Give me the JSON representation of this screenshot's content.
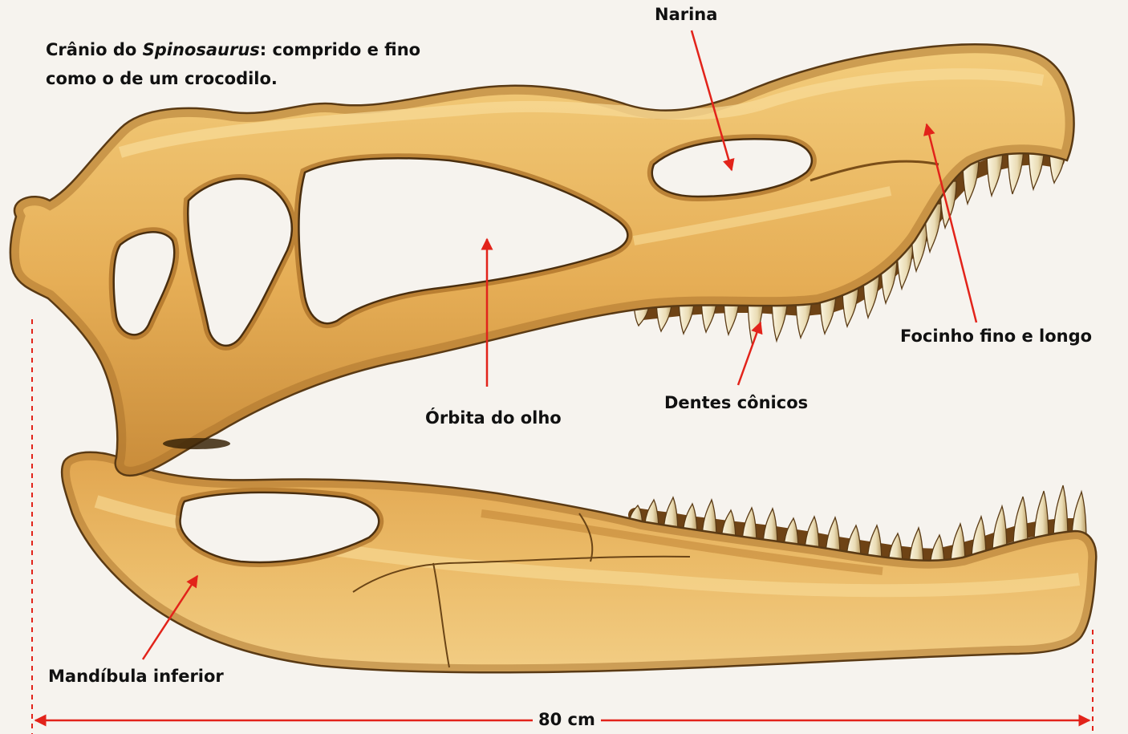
{
  "title": {
    "line1_prefix": "Crânio do ",
    "genus": "Spinosaurus",
    "line1_suffix": ": comprido e fino",
    "line2": "como o de um crocodilo."
  },
  "labels": {
    "nostril": "Narina",
    "eye_orbit": "Órbita do olho",
    "snout": "Focinho fino e longo",
    "teeth": "Dentes cônicos",
    "lower_jaw": "Mandíbula inferior"
  },
  "scale": {
    "length": "80 cm"
  },
  "colors": {
    "annotation": "#e2231a",
    "page": "#f6f3ee",
    "bone": "#e8b45c",
    "bone_outline": "#5a3a14",
    "tooth": "#f3ead0"
  }
}
